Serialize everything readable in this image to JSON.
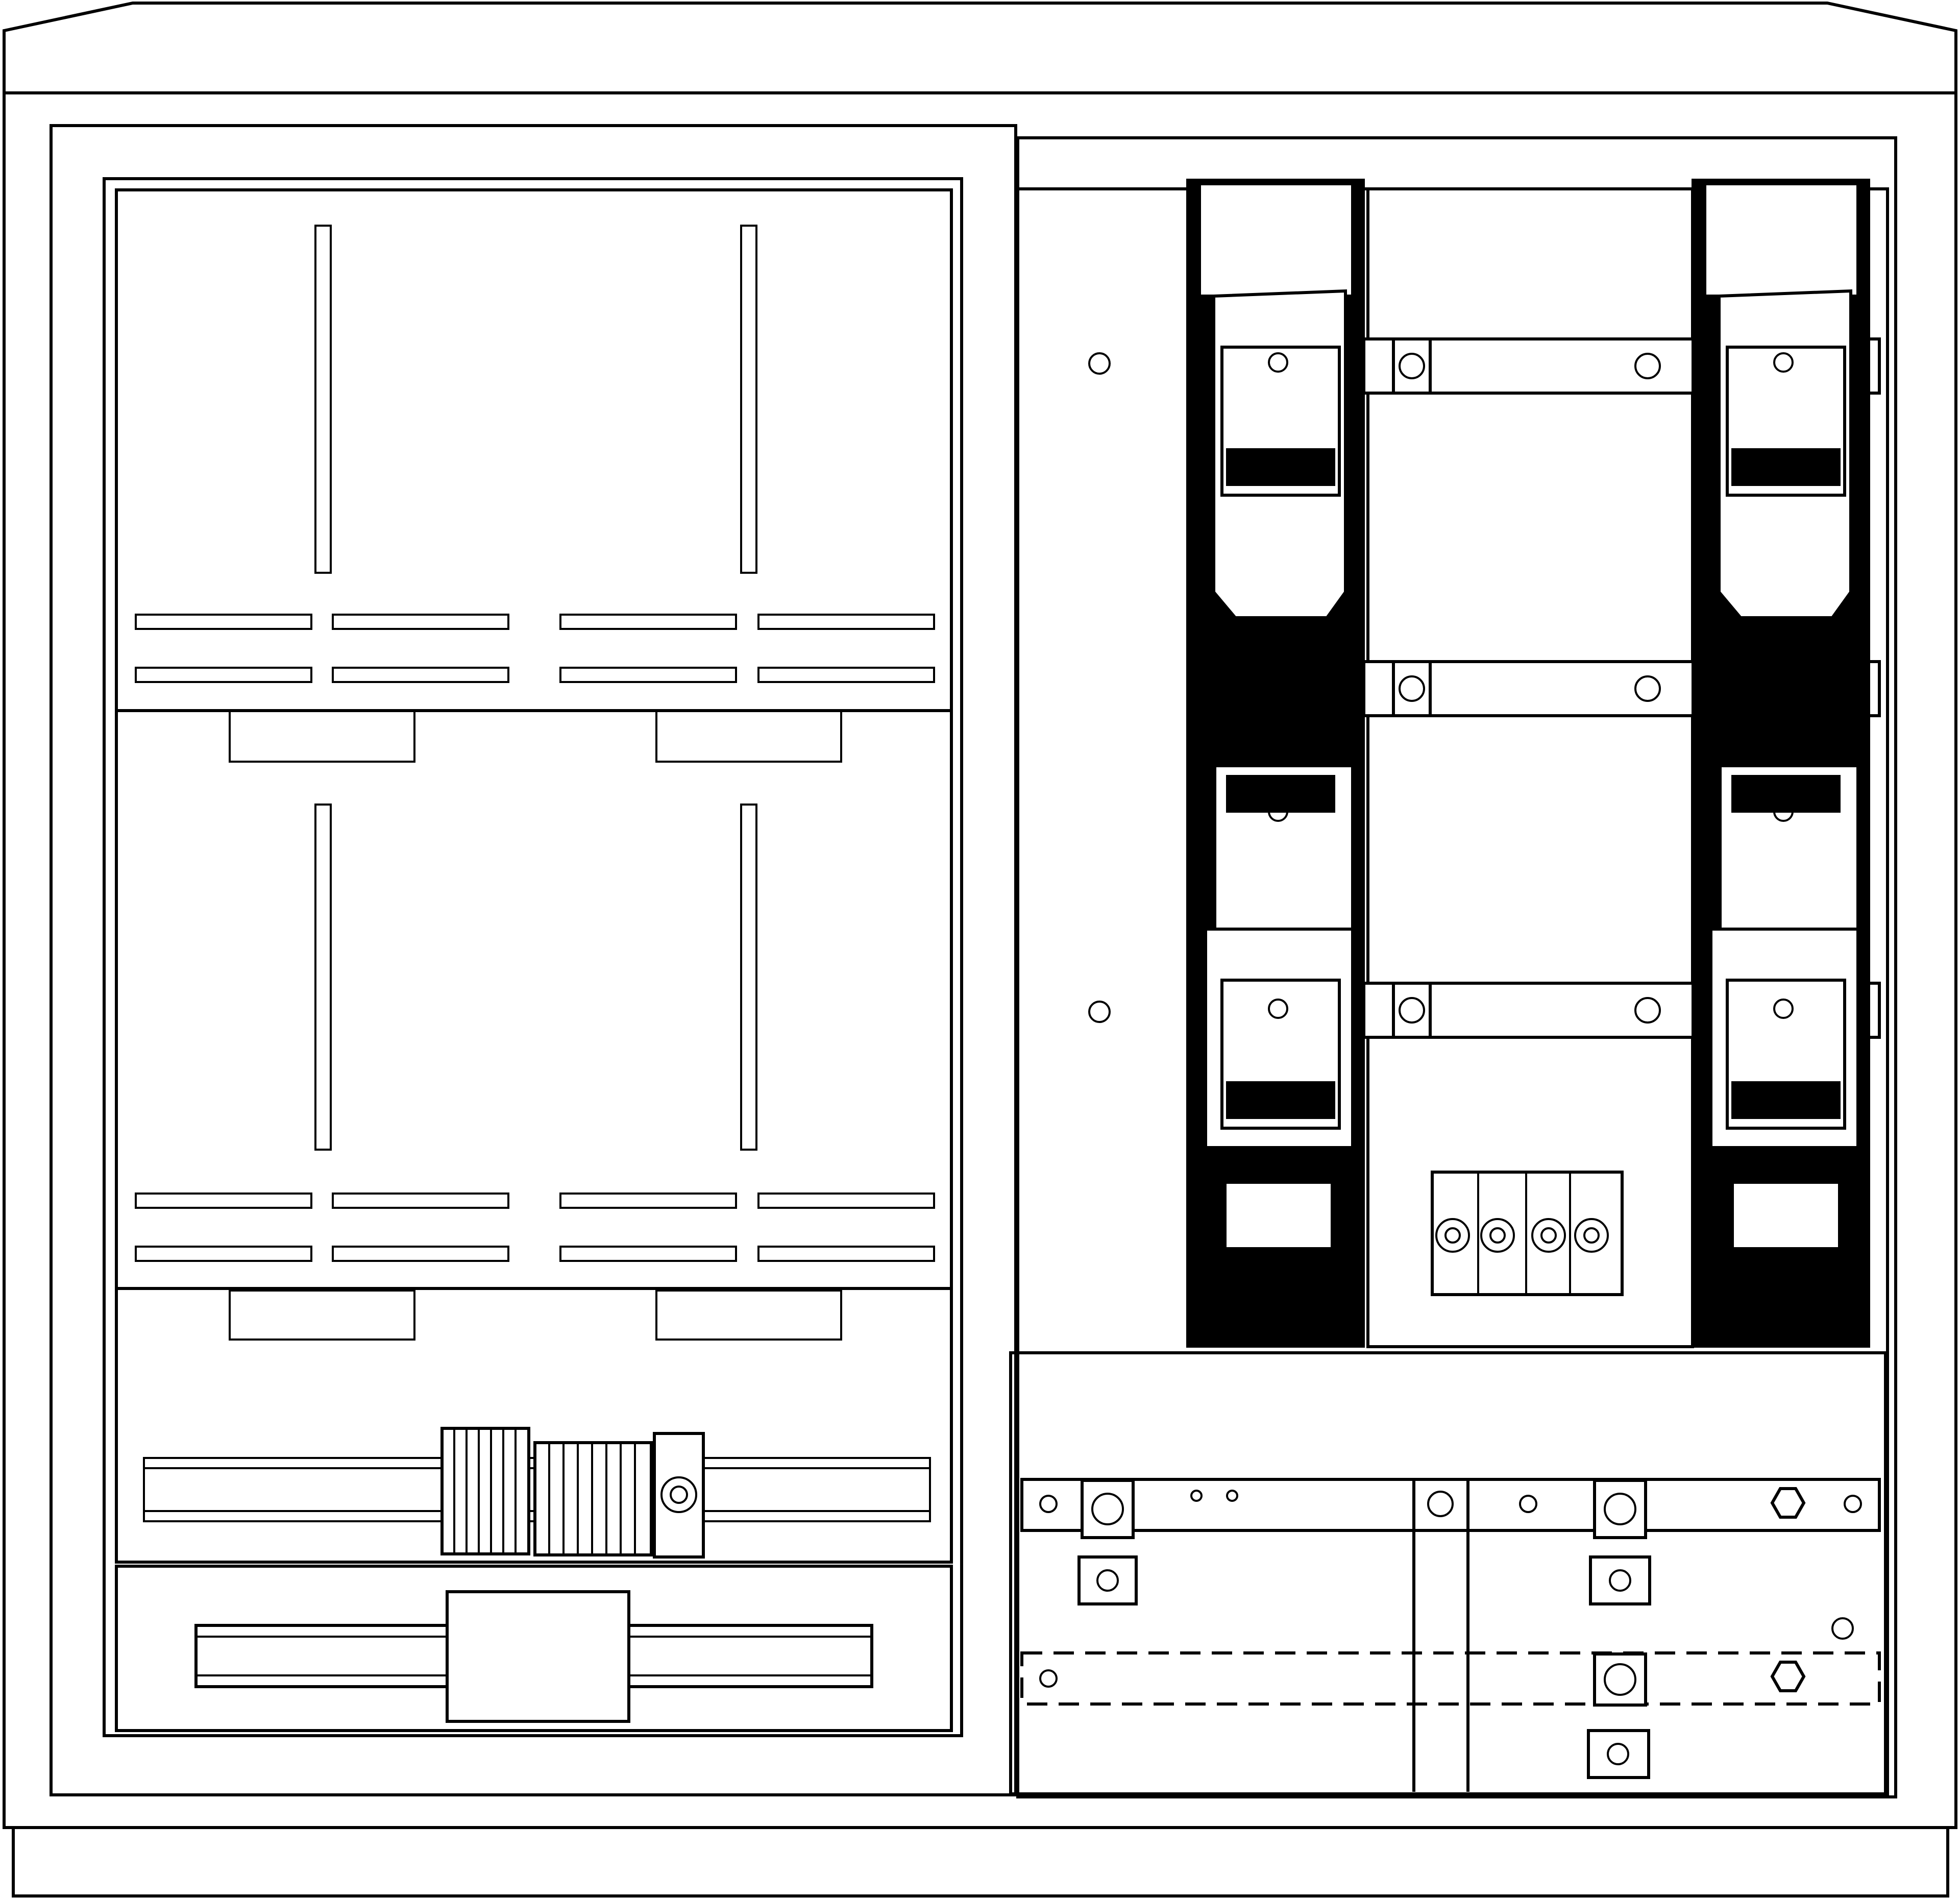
{
  "drawing": {
    "kind": "line drawing",
    "colors": {
      "line": "#000000",
      "background": "#ffffff"
    },
    "enclosure": {
      "has_roof": true,
      "has_plinth": true
    },
    "meter_panel": {
      "meter_fields": 4,
      "slot_rows_per_field": 2,
      "din_rail_terminal_blocks": 2
    },
    "fuse_panel": {
      "fuse_bases": 2,
      "fuses_per_base": 3,
      "busbar_links": 3,
      "neutral_terminal_clamps": 4,
      "lower_bar_sections": 2
    }
  }
}
